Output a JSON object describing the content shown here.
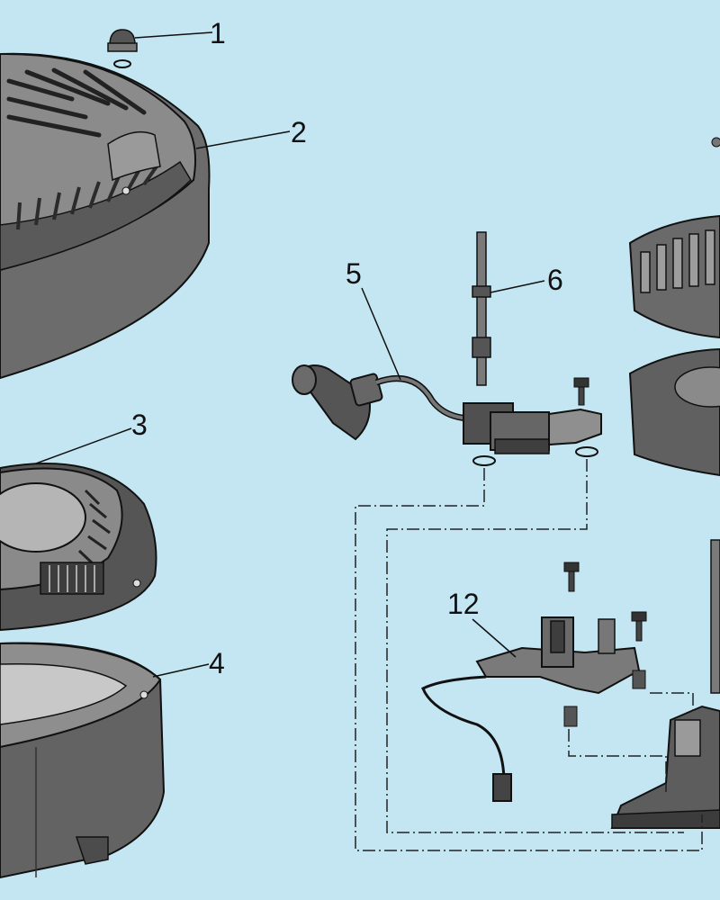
{
  "labels": {
    "p1": "1",
    "p2": "2",
    "p3": "3",
    "p4": "4",
    "p5": "5",
    "p6": "6",
    "p12": "12"
  },
  "colors": {
    "background": "#c3e6f2",
    "part_dark": "#4a4a4a",
    "part_mid": "#6e6e6e",
    "part_light": "#a8a8a8",
    "outline": "#111111"
  }
}
